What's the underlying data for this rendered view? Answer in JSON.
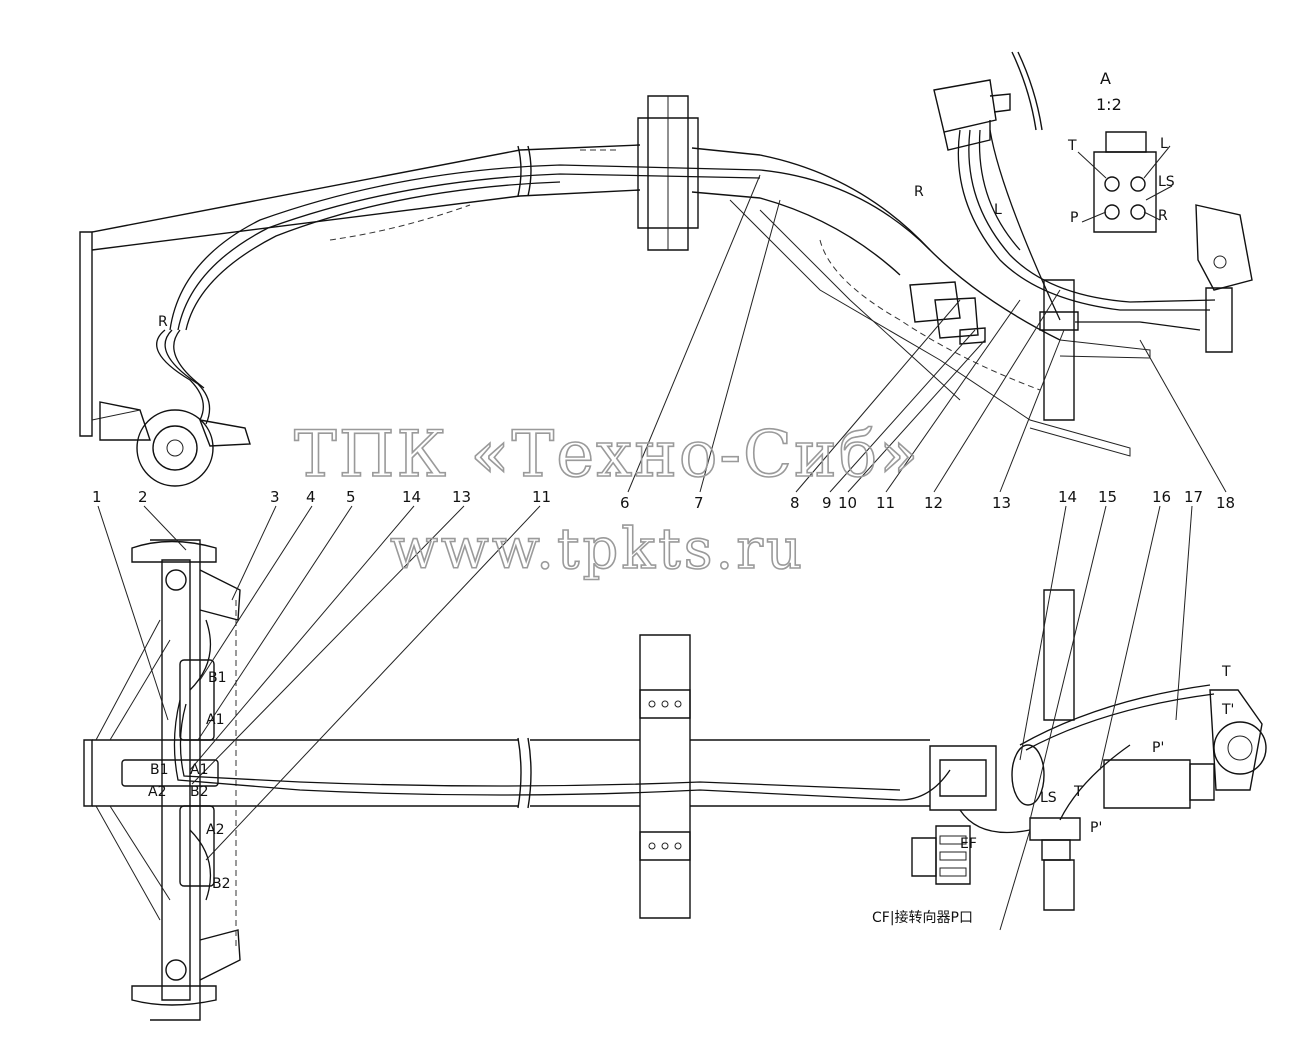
{
  "watermark": {
    "company": "ТПК «Техно-Сиб»",
    "url": "www.tpkts.ru"
  },
  "detail_view": {
    "title": "A",
    "scale": "1:2",
    "ports": [
      "T",
      "L",
      "LS",
      "P",
      "R"
    ]
  },
  "callouts_upper": [
    "6",
    "7",
    "8",
    "9",
    "10",
    "11",
    "12",
    "13",
    "18"
  ],
  "callouts_lower": [
    "1",
    "2",
    "3",
    "4",
    "5",
    "14",
    "13",
    "11",
    "14",
    "15",
    "16",
    "17"
  ],
  "labels": {
    "R_top_left": "R",
    "R_top_right": "R",
    "L_top": "L",
    "B1_upper": "B1",
    "A1_upper": "A1",
    "B1_mid": "B1",
    "A1_mid": "A1",
    "A2_mid": "A2",
    "B2_mid": "B2",
    "A2_lower": "A2",
    "B2_lower": "B2",
    "T_right": "T",
    "T_prime": "T'",
    "P_prime_upper": "P'",
    "P_prime_lower": "P'",
    "LS_lower": "LS",
    "T_lower": "T",
    "EF": "EF",
    "CF_note": "CF|接转向器P口"
  }
}
